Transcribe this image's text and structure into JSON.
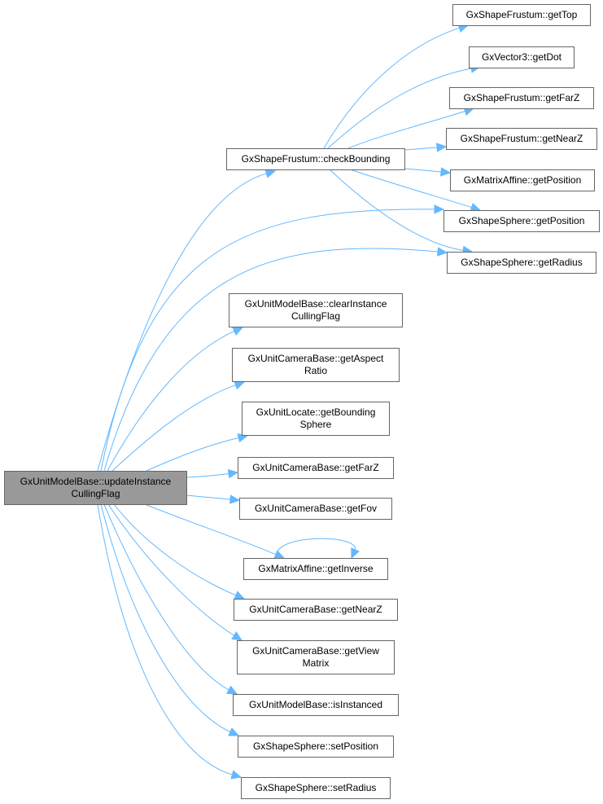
{
  "diagram": {
    "type": "call-graph",
    "colors": {
      "edge": "#63b8ff",
      "root_fill": "#999999",
      "node_fill": "#ffffff",
      "node_border": "#666666"
    },
    "nodes": [
      {
        "id": "root",
        "lines": [
          "GxUnitModelBase::updateInstance",
          "CullingFlag"
        ],
        "root": true
      },
      {
        "id": "checkBounding",
        "lines": [
          "GxShapeFrustum::checkBounding"
        ]
      },
      {
        "id": "getTop",
        "lines": [
          "GxShapeFrustum::getTop"
        ]
      },
      {
        "id": "getDot",
        "lines": [
          "GxVector3::getDot"
        ]
      },
      {
        "id": "frustumGetFarZ",
        "lines": [
          "GxShapeFrustum::getFarZ"
        ]
      },
      {
        "id": "frustumGetNearZ",
        "lines": [
          "GxShapeFrustum::getNearZ"
        ]
      },
      {
        "id": "affineGetPosition",
        "lines": [
          "GxMatrixAffine::getPosition"
        ]
      },
      {
        "id": "sphereGetPosition",
        "lines": [
          "GxShapeSphere::getPosition"
        ]
      },
      {
        "id": "sphereGetRadius",
        "lines": [
          "GxShapeSphere::getRadius"
        ]
      },
      {
        "id": "clearInstance",
        "lines": [
          "GxUnitModelBase::clearInstance",
          "CullingFlag"
        ]
      },
      {
        "id": "getAspect",
        "lines": [
          "GxUnitCameraBase::getAspect",
          "Ratio"
        ]
      },
      {
        "id": "getBounding",
        "lines": [
          "GxUnitLocate::getBounding",
          "Sphere"
        ]
      },
      {
        "id": "camGetFarZ",
        "lines": [
          "GxUnitCameraBase::getFarZ"
        ]
      },
      {
        "id": "camGetFov",
        "lines": [
          "GxUnitCameraBase::getFov"
        ]
      },
      {
        "id": "getInverse",
        "lines": [
          "GxMatrixAffine::getInverse"
        ]
      },
      {
        "id": "camGetNearZ",
        "lines": [
          "GxUnitCameraBase::getNearZ"
        ]
      },
      {
        "id": "getView",
        "lines": [
          "GxUnitCameraBase::getView",
          "Matrix"
        ]
      },
      {
        "id": "isInstanced",
        "lines": [
          "GxUnitModelBase::isInstanced"
        ]
      },
      {
        "id": "setPosition",
        "lines": [
          "GxShapeSphere::setPosition"
        ]
      },
      {
        "id": "setRadius",
        "lines": [
          "GxShapeSphere::setRadius"
        ]
      }
    ],
    "edges": [
      {
        "from": "root",
        "to": "checkBounding"
      },
      {
        "from": "root",
        "to": "sphereGetPosition"
      },
      {
        "from": "root",
        "to": "sphereGetRadius"
      },
      {
        "from": "root",
        "to": "clearInstance"
      },
      {
        "from": "root",
        "to": "getAspect"
      },
      {
        "from": "root",
        "to": "getBounding"
      },
      {
        "from": "root",
        "to": "camGetFarZ"
      },
      {
        "from": "root",
        "to": "camGetFov"
      },
      {
        "from": "root",
        "to": "getInverse"
      },
      {
        "from": "root",
        "to": "camGetNearZ"
      },
      {
        "from": "root",
        "to": "getView"
      },
      {
        "from": "root",
        "to": "isInstanced"
      },
      {
        "from": "root",
        "to": "setPosition"
      },
      {
        "from": "root",
        "to": "setRadius"
      },
      {
        "from": "checkBounding",
        "to": "getTop"
      },
      {
        "from": "checkBounding",
        "to": "getDot"
      },
      {
        "from": "checkBounding",
        "to": "frustumGetFarZ"
      },
      {
        "from": "checkBounding",
        "to": "frustumGetNearZ"
      },
      {
        "from": "checkBounding",
        "to": "affineGetPosition"
      },
      {
        "from": "checkBounding",
        "to": "sphereGetPosition"
      },
      {
        "from": "checkBounding",
        "to": "sphereGetRadius"
      },
      {
        "from": "getInverse",
        "to": "getInverse"
      }
    ]
  }
}
